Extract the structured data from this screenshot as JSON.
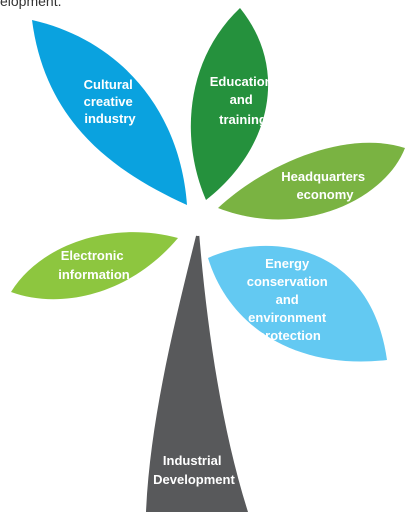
{
  "top_text": "elopment.",
  "trunk": {
    "label_lines": [
      "Industrial",
      "Development"
    ],
    "color": "#58595b"
  },
  "leaves": [
    {
      "id": "cultural",
      "label_lines": [
        "Cultural",
        "creative",
        "industry"
      ],
      "color": "#0aa2df"
    },
    {
      "id": "education",
      "label_lines": [
        "Education",
        "and",
        "training"
      ],
      "color": "#25913d"
    },
    {
      "id": "headquarters",
      "label_lines": [
        "Headquarters",
        "economy"
      ],
      "color": "#7ab342"
    },
    {
      "id": "electronic",
      "label_lines": [
        "Electronic",
        "information"
      ],
      "color": "#8dc63f"
    },
    {
      "id": "energy",
      "label_lines": [
        "Energy",
        "conservation",
        "and",
        "environment",
        "protection"
      ],
      "color": "#63c9f2"
    }
  ]
}
